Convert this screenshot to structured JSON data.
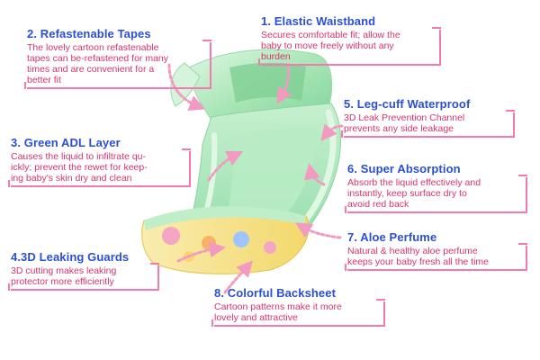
{
  "features": [
    {
      "id": "1",
      "title": "1. Elastic Waistband",
      "lines": [
        "Secures comfortable fit; allow the",
        "baby to move freely without any",
        "burden"
      ]
    },
    {
      "id": "2",
      "title": "2. Refastenable Tapes",
      "lines": [
        "The lovely cartoon refastenable",
        "tapes can be-refastened for many",
        "times and are convenient for a",
        "better fit"
      ]
    },
    {
      "id": "3",
      "title": "3. Green ADL Layer",
      "lines": [
        "Causes the liquid to infiltrate qu-",
        "ickly; prevent the rewet for keep-",
        "ing baby's skin dry and clean"
      ]
    },
    {
      "id": "4",
      "title": "4.3D Leaking Guards",
      "lines": [
        "3D cutting makes leaking",
        "protector more efficiently"
      ]
    },
    {
      "id": "5",
      "title": "5. Leg-cuff Waterproof",
      "lines": [
        "3D Leak Prevention Channel",
        "prevents any side leakage"
      ]
    },
    {
      "id": "6",
      "title": "6. Super Absorption",
      "lines": [
        "Absorb the liquid effectively and",
        "instantly, keep surface dry to",
        "avoid red back"
      ]
    },
    {
      "id": "7",
      "title": "7. Aloe Perfume",
      "lines": [
        "Natural & healthy aloe perfume",
        "keeps your baby fresh all the time"
      ]
    },
    {
      "id": "8",
      "title": "8. Colorful Backsheet",
      "lines": [
        "Cartoon patterns make it more",
        "lovely and attractive"
      ]
    }
  ],
  "colors": {
    "title": "#2a4fd6",
    "description": "#d8336b",
    "frame": "#f27ab0",
    "diaper_green": "#a8e8b4",
    "diaper_print": "#f6e27a",
    "arrow": "#f29ac0"
  }
}
